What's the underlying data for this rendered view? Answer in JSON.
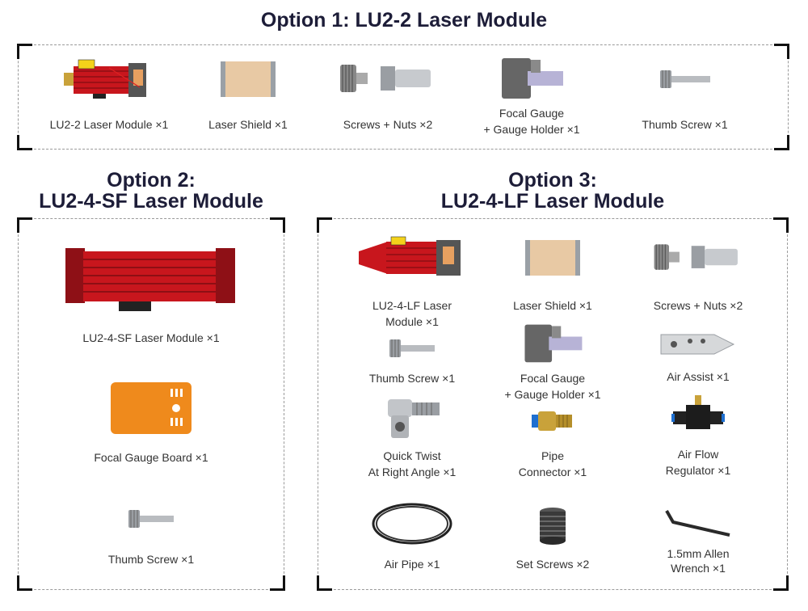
{
  "option1": {
    "title": "Option 1: LU2-2 Laser Module",
    "items": [
      {
        "icon": "laser-module-icon",
        "label": "LU2-2 Laser Module ×1"
      },
      {
        "icon": "laser-shield-icon",
        "label": "Laser Shield ×1"
      },
      {
        "icon": "screw-nut-icon",
        "label": "Screws + Nuts ×2"
      },
      {
        "icon": "focal-gauge-icon",
        "label": "Focal Gauge\n+ Gauge Holder ×1"
      },
      {
        "icon": "thumb-screw-icon",
        "label": "Thumb Screw ×1"
      }
    ]
  },
  "option2": {
    "title": "Option 2:\nLU2-4-SF Laser Module",
    "items": [
      {
        "icon": "sf-laser-module-icon",
        "label": "LU2-4-SF Laser Module ×1"
      },
      {
        "icon": "focal-gauge-board-icon",
        "label": "Focal Gauge Board ×1"
      },
      {
        "icon": "thumb-screw-icon",
        "label": "Thumb Screw ×1"
      }
    ]
  },
  "option3": {
    "title": "Option 3:\nLU2-4-LF Laser Module",
    "items": [
      {
        "icon": "lf-laser-module-icon",
        "label": "LU2-4-LF Laser\nModule ×1"
      },
      {
        "icon": "laser-shield-icon",
        "label": "Laser Shield ×1"
      },
      {
        "icon": "screw-nut-icon",
        "label": "Screws + Nuts ×2"
      },
      {
        "icon": "thumb-screw-icon",
        "label": "Thumb Screw ×1"
      },
      {
        "icon": "focal-gauge-icon",
        "label": "Focal Gauge\n+ Gauge Holder ×1"
      },
      {
        "icon": "air-assist-icon",
        "label": "Air Assist ×1"
      },
      {
        "icon": "quick-twist-icon",
        "label": "Quick Twist\nAt Right Angle ×1"
      },
      {
        "icon": "pipe-connector-icon",
        "label": "Pipe\nConnector ×1"
      },
      {
        "icon": "air-flow-regulator-icon",
        "label": "Air Flow\nRegulator ×1"
      },
      {
        "icon": "air-pipe-icon",
        "label": "Air Pipe ×1"
      },
      {
        "icon": "set-screws-icon",
        "label": "Set Screws ×2"
      },
      {
        "icon": "allen-wrench-icon",
        "label": "1.5mm Allen\nWrench ×1"
      }
    ]
  },
  "colors": {
    "title": "#1d1d38",
    "module_red": "#c8161d",
    "shield": "#e8c9a4",
    "gauge_board": "#ef8a1c",
    "steel": "#b9bcc0",
    "gauge_purple": "#b7b3d6"
  }
}
